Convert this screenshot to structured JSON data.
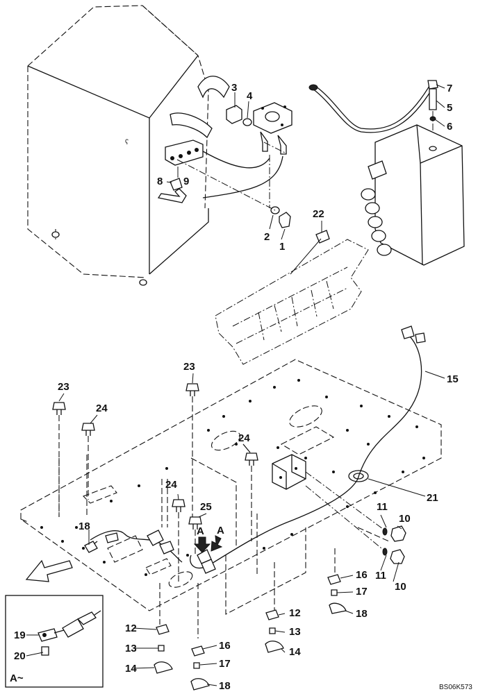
{
  "diagram": {
    "drawing_code": "BS06K573",
    "inset_title": "A~",
    "view_markers": [
      "A",
      "A"
    ],
    "callouts": {
      "c1": "1",
      "c2": "2",
      "c3": "3",
      "c4": "4",
      "c5": "5",
      "c6": "6",
      "c7": "7",
      "c8": "8",
      "c9": "9",
      "c10a": "10",
      "c10b": "10",
      "c11a": "11",
      "c11b": "11",
      "c12a": "12",
      "c12b": "12",
      "c13a": "13",
      "c13b": "13",
      "c14a": "14",
      "c14b": "14",
      "c15": "15",
      "c16a": "16",
      "c16b": "16",
      "c17a": "17",
      "c17b": "17",
      "c18a": "18",
      "c18b": "18",
      "c18c": "18",
      "c19": "19",
      "c20": "20",
      "c21": "21",
      "c22": "22",
      "c23a": "23",
      "c23b": "23",
      "c24a": "24",
      "c24b": "24",
      "c24c": "24",
      "c25": "25"
    }
  }
}
